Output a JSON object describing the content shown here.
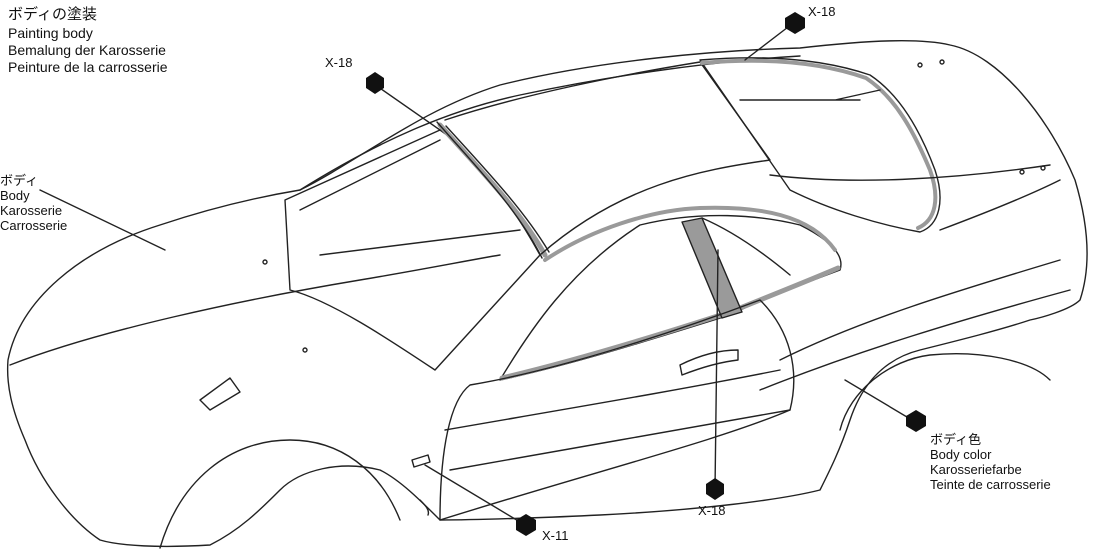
{
  "title": {
    "jp": "ボディの塗装",
    "en": "Painting body",
    "de": "Bemalung der Karosserie",
    "fr": "Peinture de la carrosserie"
  },
  "part_label": {
    "jp": "ボディ",
    "en": "Body",
    "de": "Karosserie",
    "fr": "Carrosserie"
  },
  "body_color": {
    "jp": "ボディ色",
    "en": "Body color",
    "de": "Karosseriefarbe",
    "fr": "Teinte de carrosserie"
  },
  "paint_codes": {
    "rear_window_trim": "X-18",
    "windshield_trim": "X-18",
    "door_pillar": "X-18",
    "side_marker": "X-11"
  },
  "colors": {
    "line": "#222222",
    "fill_hex": "#111111",
    "gray_trim": "#9a9a9a"
  }
}
